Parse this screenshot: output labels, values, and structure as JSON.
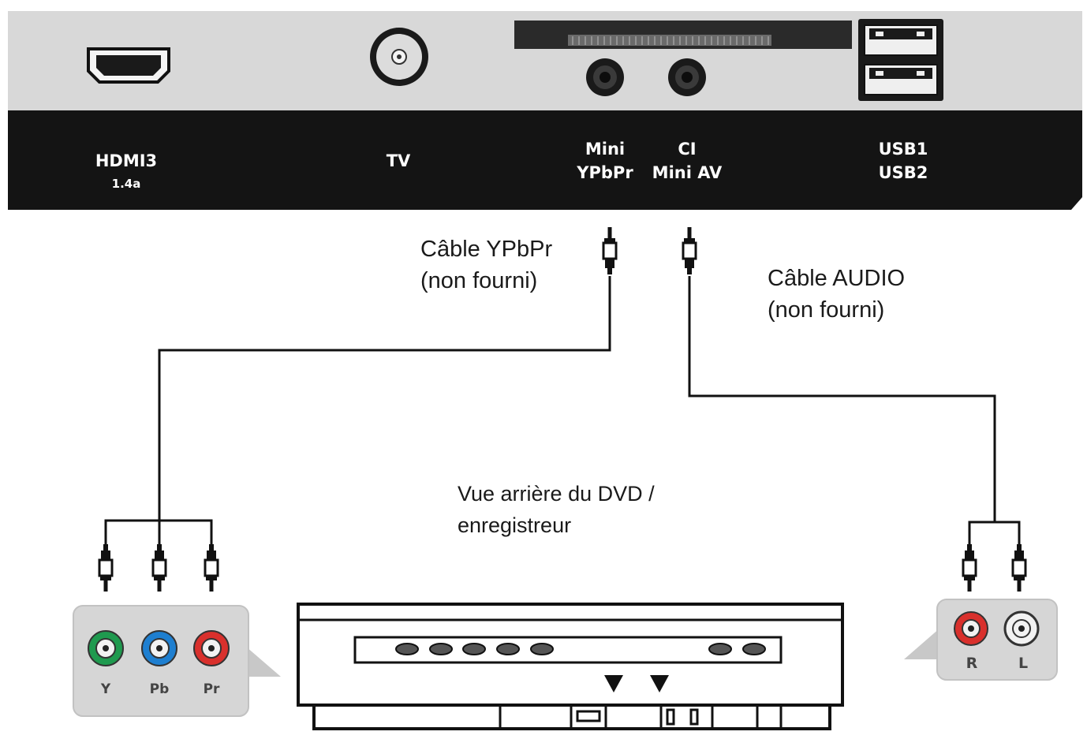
{
  "panel": {
    "ports": {
      "hdmi": {
        "line1": "HDMI3",
        "line2": "1.4a"
      },
      "tv": {
        "line1": "TV"
      },
      "mini_ypbpr": {
        "line1": "Mini",
        "line2": "YPbPr"
      },
      "ci_mini_av": {
        "line1": "CI",
        "line2": "Mini AV"
      },
      "usb": {
        "line1": "USB1",
        "line2": "USB2"
      }
    }
  },
  "cables": {
    "ypbpr": {
      "line1": "Câble YPbPr",
      "line2": "(non fourni)"
    },
    "audio": {
      "line1": "Câble AUDIO",
      "line2": "(non fourni)"
    }
  },
  "dvd": {
    "line1": "Vue arrière du DVD /",
    "line2": "enregistreur"
  },
  "component_jacks": {
    "labels": [
      "Y",
      "Pb",
      "Pr"
    ],
    "colors": [
      "#1f9a4f",
      "#1e7fd0",
      "#d9302c"
    ]
  },
  "audio_jacks": {
    "labels": [
      "R",
      "L"
    ],
    "colors": [
      "#d9302c",
      "#f2f2f2"
    ]
  },
  "colors": {
    "panel_top": "#d8d8d8",
    "panel_bar": "#141414",
    "jack_box": "#d6d6d6"
  }
}
